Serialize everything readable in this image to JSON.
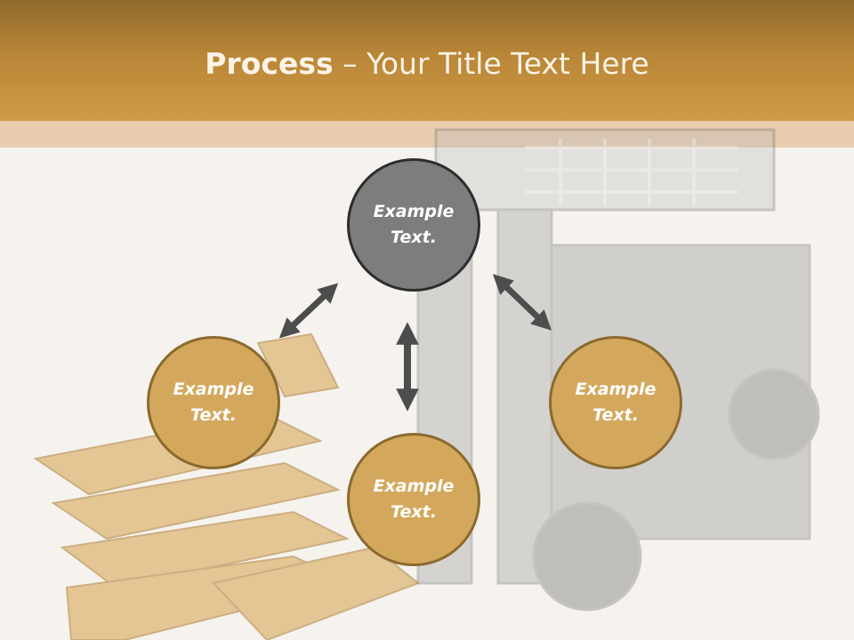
{
  "title": {
    "bold": "Process",
    "rest": " – Your Title Text Here"
  },
  "nodes": {
    "top": {
      "line1": "Example",
      "line2": "Text."
    },
    "left": {
      "line1": "Example",
      "line2": "Text."
    },
    "right": {
      "line1": "Example",
      "line2": "Text."
    },
    "bottom": {
      "line1": "Example",
      "line2": "Text."
    }
  },
  "colors": {
    "header": "#c0893a",
    "band": "#e8ccae",
    "top_node": "#7d7d7d",
    "gold_node": "#d4a85c",
    "arrow": "#4d4d4d"
  }
}
